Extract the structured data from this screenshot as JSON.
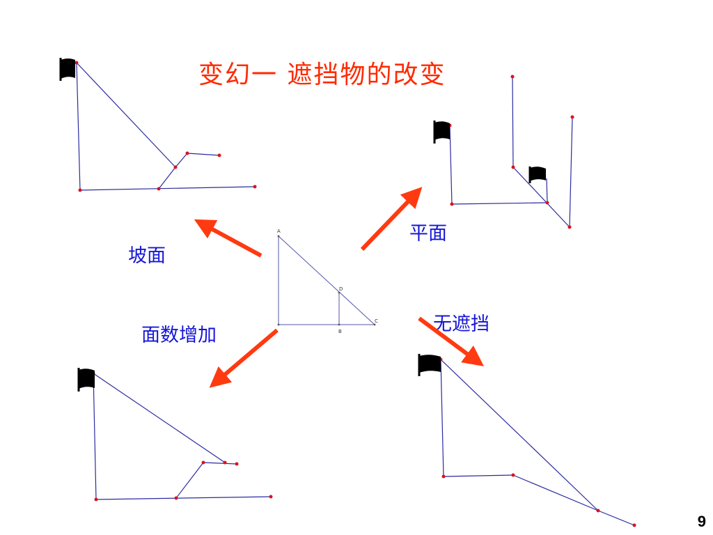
{
  "slide": {
    "title": "变幻一 遮挡物的改变",
    "page_number": "9"
  },
  "labels": {
    "slope": "坡面",
    "plane": "平面",
    "more_faces": "面数增加",
    "no_obstruction": "无遮挡"
  },
  "center_figure": {
    "point_labels": [
      "A",
      "D",
      "B",
      "C"
    ]
  },
  "colors": {
    "title": "#ff2a00",
    "labels": "#1616d6",
    "arrows": "#ff3a10",
    "lines": "#2a2aa0",
    "points": "#d8141e"
  }
}
